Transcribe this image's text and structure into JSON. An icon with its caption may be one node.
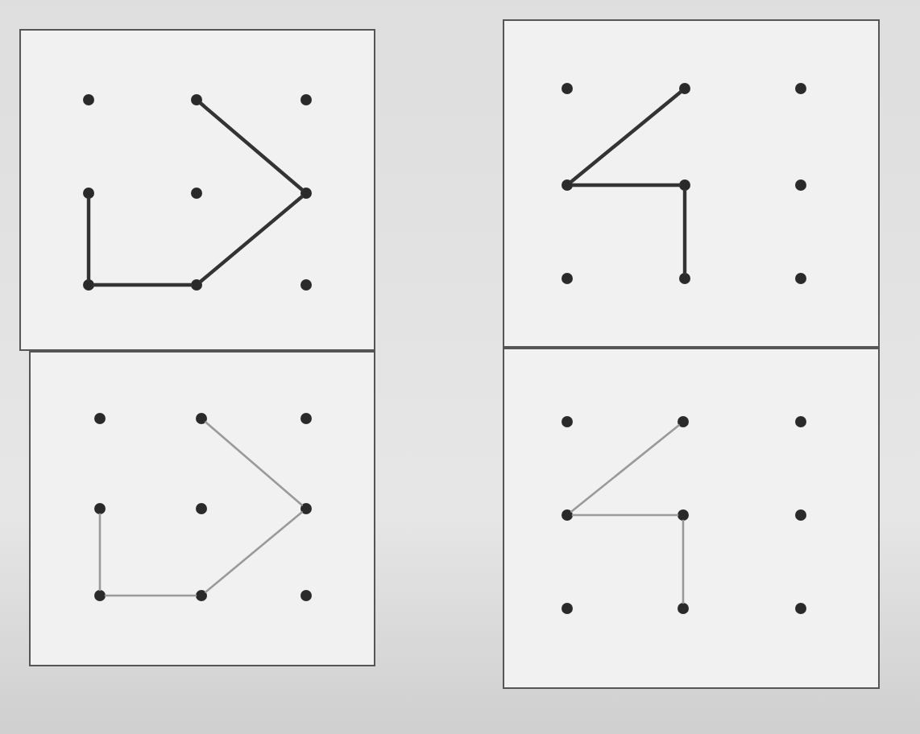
{
  "diagram": {
    "nodes": [
      {
        "text": [],
        "shape": "box"
      },
      {
        "text": [],
        "shape": "circle",
        "in": 0
      },
      {
        "text": [],
        "shape": "circle",
        "in": 0
      },
      {
        "text": [],
        "shape": "circle",
        "in": 0
      },
      {
        "text": [],
        "shape": "circle",
        "in": 0
      },
      {
        "text": [],
        "shape": "circle",
        "in": 0
      },
      {
        "text": [],
        "shape": "circle",
        "in": 0
      },
      {
        "text": [],
        "shape": "circle",
        "in": 0
      },
      {
        "text": [],
        "shape": "circle",
        "in": 0
      },
      {
        "text": [],
        "shape": "circle",
        "in": 0
      },
      {
        "text": [],
        "shape": "box"
      },
      {
        "text": [],
        "shape": "circle",
        "in": 10
      },
      {
        "text": [],
        "shape": "circle",
        "in": 10
      },
      {
        "text": [],
        "shape": "circle",
        "in": 10
      },
      {
        "text": [],
        "shape": "circle",
        "in": 10
      },
      {
        "text": [],
        "shape": "circle",
        "in": 10
      },
      {
        "text": [],
        "shape": "circle",
        "in": 10
      },
      {
        "text": [],
        "shape": "circle",
        "in": 10
      },
      {
        "text": [],
        "shape": "circle",
        "in": 10
      },
      {
        "text": [],
        "shape": "circle",
        "in": 10
      },
      {
        "text": [],
        "shape": "box"
      },
      {
        "text": [],
        "shape": "circle",
        "in": 20
      },
      {
        "text": [],
        "shape": "circle",
        "in": 20
      },
      {
        "text": [],
        "shape": "circle",
        "in": 20
      },
      {
        "text": [],
        "shape": "circle",
        "in": 20
      },
      {
        "text": [],
        "shape": "circle",
        "in": 20
      },
      {
        "text": [],
        "shape": "circle",
        "in": 20
      },
      {
        "text": [],
        "shape": "circle",
        "in": 20
      },
      {
        "text": [],
        "shape": "circle",
        "in": 20
      },
      {
        "text": [],
        "shape": "circle",
        "in": 20
      },
      {
        "text": [],
        "shape": "box"
      },
      {
        "text": [],
        "shape": "circle",
        "in": 30
      },
      {
        "text": [],
        "shape": "circle",
        "in": 30
      },
      {
        "text": [],
        "shape": "circle",
        "in": 30
      },
      {
        "text": [],
        "shape": "circle",
        "in": 30
      },
      {
        "text": [],
        "shape": "circle",
        "in": 30
      },
      {
        "text": [],
        "shape": "circle",
        "in": 30
      },
      {
        "text": [],
        "shape": "circle",
        "in": 30
      },
      {
        "text": [],
        "shape": "circle",
        "in": 30
      },
      {
        "text": [],
        "shape": "circle",
        "in": 30
      }
    ],
    "edges": [
      {
        "from": 2,
        "to": 6,
        "arrow": "none"
      },
      {
        "from": 6,
        "to": 8,
        "arrow": "none"
      },
      {
        "from": 8,
        "to": 7,
        "arrow": "none"
      },
      {
        "from": 7,
        "to": 4,
        "arrow": "none"
      },
      {
        "from": 12,
        "to": 14,
        "arrow": "none"
      },
      {
        "from": 14,
        "to": 15,
        "arrow": "none"
      },
      {
        "from": 15,
        "to": 18,
        "arrow": "none"
      },
      {
        "from": 22,
        "to": 26,
        "arrow": "none",
        "color": "#9a9a9a"
      },
      {
        "from": 26,
        "to": 28,
        "arrow": "none",
        "color": "#9a9a9a"
      },
      {
        "from": 28,
        "to": 27,
        "arrow": "none",
        "color": "#9a9a9a"
      },
      {
        "from": 27,
        "to": 24,
        "arrow": "none",
        "color": "#9a9a9a"
      },
      {
        "from": 32,
        "to": 34,
        "arrow": "none",
        "color": "#9a9a9a"
      },
      {
        "from": 34,
        "to": 35,
        "arrow": "none",
        "color": "#9a9a9a"
      },
      {
        "from": 35,
        "to": 38,
        "arrow": "none",
        "color": "#9a9a9a"
      }
    ]
  }
}
